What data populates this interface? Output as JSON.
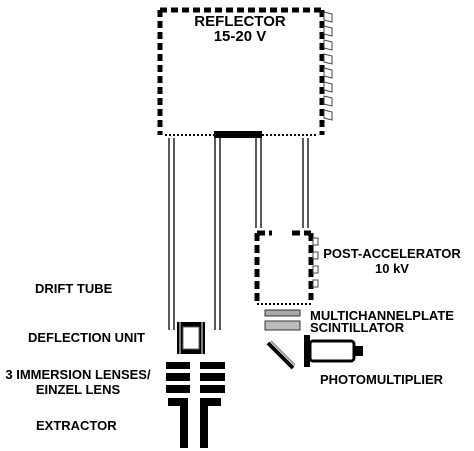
{
  "labels": {
    "reflector": {
      "name": "REFLECTOR",
      "voltage": "15-20 V"
    },
    "post_accelerator": {
      "name": "POST-ACCELERATOR",
      "voltage": "10 kV"
    },
    "multichannelplate": "MULTICHANNELPLATE",
    "scintillator": "SCINTILLATOR",
    "photomultiplier": "PHOTOMULTIPLIER",
    "drift_tube": "DRIFT TUBE",
    "deflection_unit": "DEFLECTION UNIT",
    "immersion_lenses": {
      "line1": "3 IMMERSION LENSES/",
      "line2": "EINZEL LENS"
    },
    "extractor": "EXTRACTOR"
  }
}
